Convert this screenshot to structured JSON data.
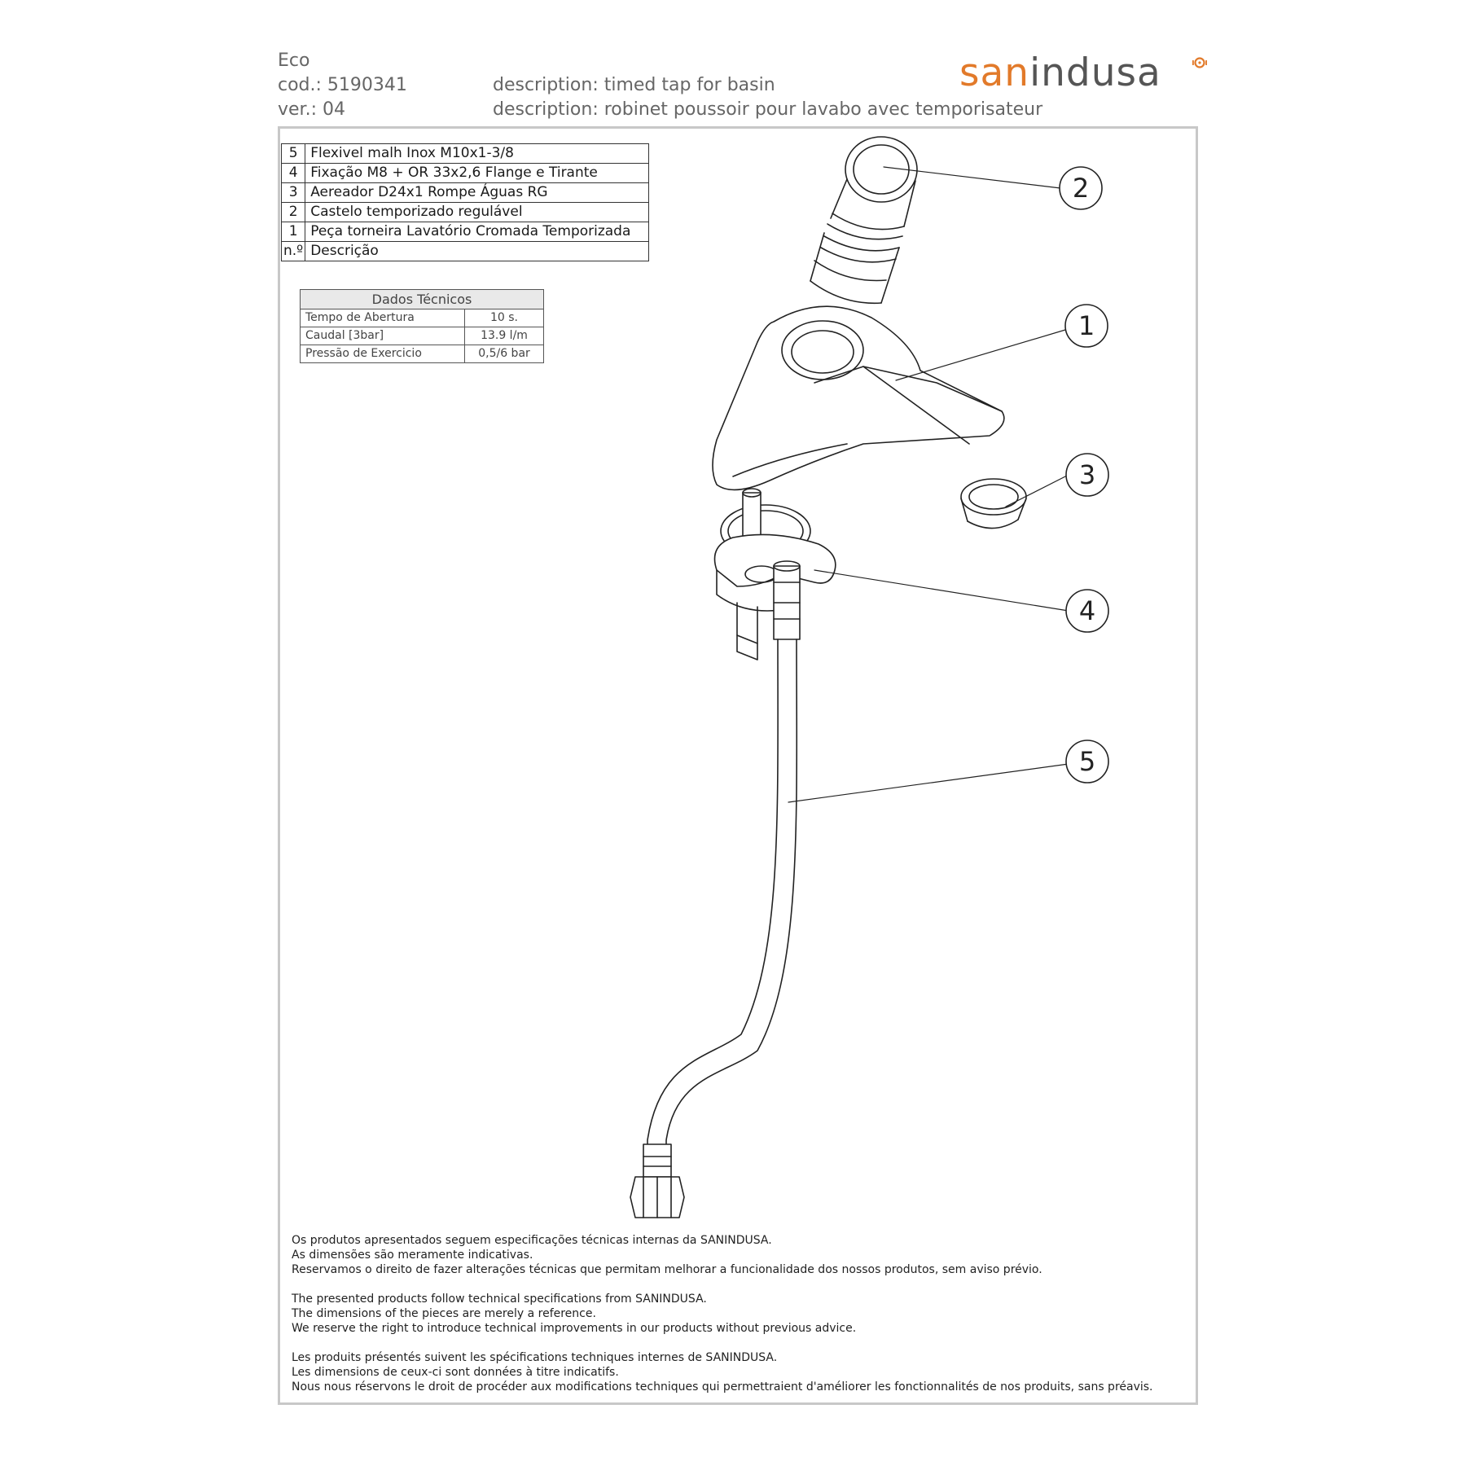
{
  "header": {
    "series": "Eco",
    "code": "cod.: 5190341",
    "version": "ver.: 04",
    "description_en": "description: timed tap for basin",
    "description_fr": "description: robinet poussoir pour lavabo avec temporisateur"
  },
  "logo": {
    "part1": "san",
    "part2": "indusa",
    "brand_color": "#e27a2a",
    "text_color": "#555555"
  },
  "parts_table": {
    "rows": [
      {
        "n": "5",
        "desc": "Flexivel malh Inox M10x1-3/8"
      },
      {
        "n": "4",
        "desc": "Fixação M8 + OR 33x2,6 Flange e Tirante"
      },
      {
        "n": "3",
        "desc": "Aereador D24x1 Rompe Águas RG"
      },
      {
        "n": "2",
        "desc": "Castelo temporizado regulável"
      },
      {
        "n": "1",
        "desc": "Peça torneira Lavatório Cromada Temporizada"
      }
    ],
    "header_n": "n.º",
    "header_desc": "Descrição"
  },
  "tech_table": {
    "title": "Dados Técnicos",
    "rows": [
      {
        "label": "Tempo de Abertura",
        "value": "10 s."
      },
      {
        "label": "Caudal [3bar]",
        "value": "13.9 l/m"
      },
      {
        "label": "Pressão de Exercicio",
        "value": "0,5/6 bar"
      }
    ]
  },
  "callouts": [
    "1",
    "2",
    "3",
    "4",
    "5"
  ],
  "footer": {
    "pt": [
      "Os produtos apresentados seguem especificações técnicas internas da SANINDUSA.",
      "As dimensões são meramente indicativas.",
      "Reservamos o direito de fazer alterações técnicas que permitam melhorar a funcionalidade dos nossos produtos, sem aviso prévio."
    ],
    "en": [
      "The presented products follow technical specifications from SANINDUSA.",
      "The dimensions of the pieces are merely a reference.",
      "We reserve the right to introduce technical improvements in our products without previous advice."
    ],
    "fr": [
      "Les produits présentés suivent les spécifications techniques internes de SANINDUSA.",
      "Les dimensions de ceux-ci sont données à titre indicatifs.",
      "Nous nous réservons le droit de procéder aux modifications techniques qui permettraient d'améliorer les fonctionnalités de nos produits, sans préavis."
    ]
  }
}
